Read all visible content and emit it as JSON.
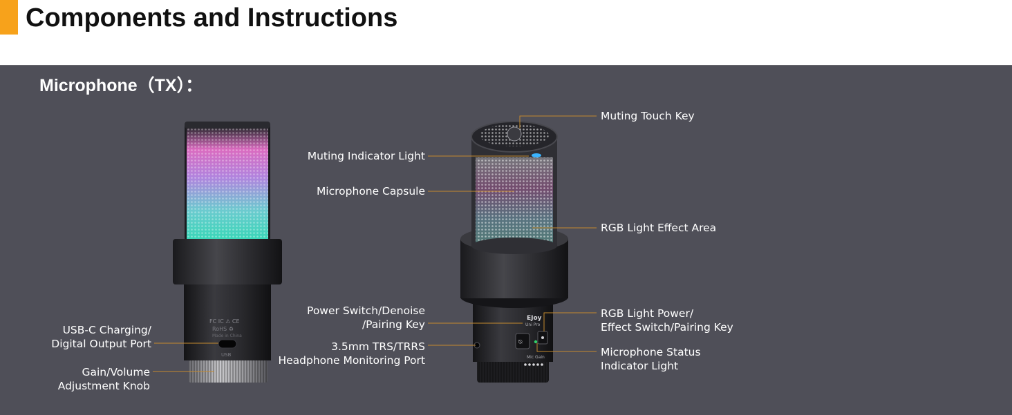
{
  "header": {
    "title": "Components and Instructions",
    "accent_color": "#f7a21b"
  },
  "section": {
    "title": "Microphone（TX）："
  },
  "colors": {
    "panel_bg": "#4f4f58",
    "leader_line": "#c48a2e",
    "text": "#ffffff"
  },
  "device_front": {
    "markings": {
      "certifications": "FC IC ⚠ CE",
      "rohs": "RoHS ♻",
      "origin": "Made in China",
      "port_label": "USB"
    }
  },
  "device_back": {
    "markings": {
      "brand": "EJoy",
      "model": "Uni Pro",
      "gain_label": "Mic Gain"
    }
  },
  "callouts": {
    "usb_port": {
      "line1": "USB-C Charging/",
      "line2": "Digital Output Port"
    },
    "gain_knob": {
      "line1": "Gain/Volume",
      "line2": "Adjustment Knob"
    },
    "muting_indicator": {
      "text": "Muting Indicator Light"
    },
    "capsule": {
      "text": "Microphone Capsule"
    },
    "power_switch": {
      "line1": "Power Switch/Denoise",
      "line2": "/Pairing Key"
    },
    "headphone_port": {
      "line1": "3.5mm TRS/TRRS",
      "line2": "Headphone Monitoring Port"
    },
    "muting_touch": {
      "text": "Muting Touch Key"
    },
    "rgb_area": {
      "text": "RGB Light Effect Area"
    },
    "rgb_power": {
      "line1": "RGB Light Power/",
      "line2": "Effect Switch/Pairing Key"
    },
    "status_light": {
      "line1": "Microphone Status",
      "line2": "Indicator Light"
    }
  }
}
